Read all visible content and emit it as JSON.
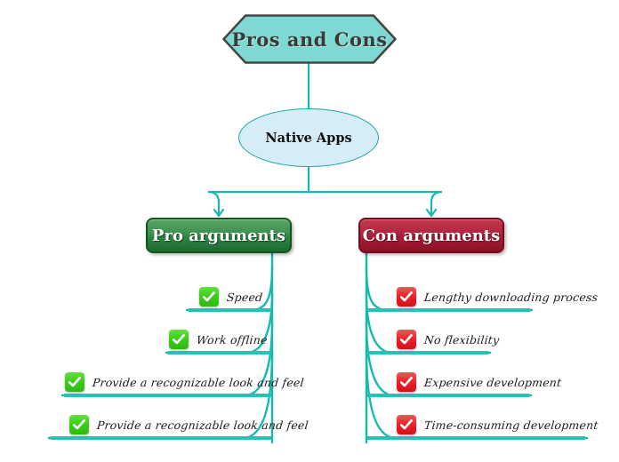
{
  "diagram": {
    "type": "mind-map",
    "root": {
      "title": "Pros and Cons",
      "shape": "hexagon",
      "fill": "#7fd9d2",
      "stroke": "#444444"
    },
    "center": {
      "title": "Native Apps",
      "shape": "ellipse",
      "fill": "#d6edf7",
      "stroke": "#18a8a0"
    },
    "connector_color": "#17b8ad",
    "branches": [
      {
        "id": "pro",
        "label": "Pro arguments",
        "color": "#2f8543",
        "border_color": "#14551f",
        "check_color": "#3ccb1c",
        "items": [
          {
            "label": "Speed"
          },
          {
            "label": "Work offline"
          },
          {
            "label": "Provide a recognizable look and feel"
          },
          {
            "label": "Provide a recognizable look and feel"
          }
        ]
      },
      {
        "id": "con",
        "label": "Con arguments",
        "color": "#a81d36",
        "border_color": "#740c1f",
        "check_color": "#e62229",
        "items": [
          {
            "label": "Lengthy downloading process"
          },
          {
            "label": "No flexibility"
          },
          {
            "label": "Expensive development"
          },
          {
            "label": "Time-consuming development"
          }
        ]
      }
    ]
  }
}
